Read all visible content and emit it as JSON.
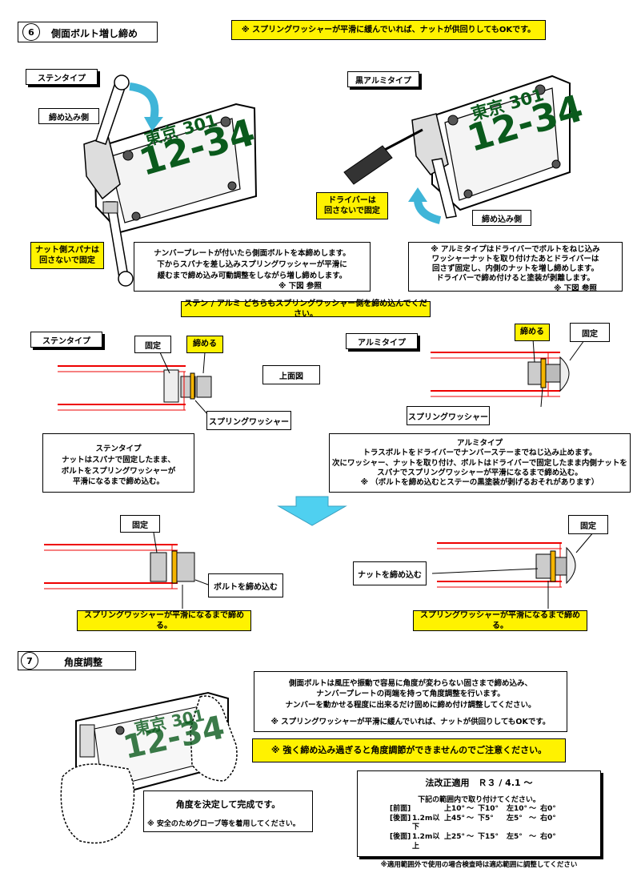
{
  "section6": {
    "number": "6",
    "title": "側面ボルト増し締め",
    "note_top": "※ スプリングワッシャーが平滑に緩んでいれば、ナットが供回りしてもOKです。"
  },
  "left_photo": {
    "type_label": "ステンタイプ",
    "tighten_side": "締め込み側",
    "nut_spanner": [
      "ナット側スパナは",
      "回さないで固定"
    ],
    "plate_top": "東京 301",
    "plate_bottom": "12-34"
  },
  "right_photo": {
    "type_label": "黒アルミタイプ",
    "driver_note": [
      "ドライバーは",
      "回さないで固定"
    ],
    "tighten_side": "締め込み側",
    "plate_top": "東京 301",
    "plate_bottom": "12-34"
  },
  "instr_left": [
    "ナンバープレートが付いたら側面ボルトを本締めします。",
    "下からスパナを差し込みスプリングワッシャーが平滑に",
    "緩むまで締め込み可動調整をしながら増し締めします。",
    "※ 下図 参照"
  ],
  "instr_right": [
    "※ アルミタイプはドライバーでボルトをねじ込み",
    "ワッシャーナットを取り付けたあとドライバーは",
    "回さず固定し、内側のナットを増し締めします。",
    "ドライバーで締め付けると塗装が剥離します。",
    "※ 下図 参照"
  ],
  "both_note": "ステン / アルミ どちらもスプリングワッシャー側を締め込んでください。",
  "diagram": {
    "stain_label": "ステンタイプ",
    "alumi_label": "アルミタイプ",
    "fixed": "固定",
    "tighten": "締める",
    "top_view": "上面図",
    "spring_washer": "スプリングワッシャー",
    "bolt_in": "ボルトを締め込む",
    "nut_in": "ナットを締め込む",
    "flat_note": "スプリングワッシャーが平滑になるまで締める。"
  },
  "stain_desc": [
    "ステンタイプ",
    "ナットはスパナで固定したまま、",
    "ボルトをスプリングワッシャーが",
    "平滑になるまで締め込む。"
  ],
  "alumi_desc": [
    "アルミタイプ",
    "トラスボルトをドライバーでナンバーステーまでねじ込み止めます。",
    "次にワッシャー、ナットを取り付け、ボルトはドライバーで固定したまま内側ナットを",
    "スパナでスプリングワッシャーが平滑になるまで締め込む。",
    "※ （ボルトを締め込むとステーの黒塗装が剥げるおそれがあります）"
  ],
  "section7": {
    "number": "7",
    "title": "角度調整",
    "desc": [
      "側面ボルトは風圧や振動で容易に角度が変わらない固さまで締め込み、",
      "ナンバープレートの両端を持って角度調整を行います。",
      "ナンバーを動かせる程度に出来るだけ固めに締め付け調整してください。"
    ],
    "desc_note": "※ スプリングワッシャーが平滑に緩んでいれば、ナットが供回りしてもOKです。",
    "warning": "※ 強く締め込み過ぎると角度調節ができませんのでご注意ください。",
    "complete_title": "角度を決定して完成です。",
    "complete_note": "※ 安全のためグローブ等を着用してください。",
    "plate_top": "東京 301",
    "plate_bottom": "12-34"
  },
  "law": {
    "title": "法改正適用　Ｒ３ / 4.1 ～",
    "intro": "下記の範囲内で取り付けてください。",
    "rows": [
      {
        "pos": "[前面]",
        "cond": "",
        "up": "上10°",
        "down": "下10°",
        "left": "左10°",
        "right": "右0°"
      },
      {
        "pos": "[後面]",
        "cond": "1.2m以下",
        "up": "上45°",
        "down": "下5°",
        "left": "左5°",
        "right": "右0°"
      },
      {
        "pos": "[後面]",
        "cond": "1.2m以上",
        "up": "上25°",
        "down": "下15°",
        "left": "左5°",
        "right": "右0°"
      }
    ],
    "tilde": "～",
    "footer": "※適用範囲外で使用の場合検査時は適応範囲に調整してください"
  }
}
